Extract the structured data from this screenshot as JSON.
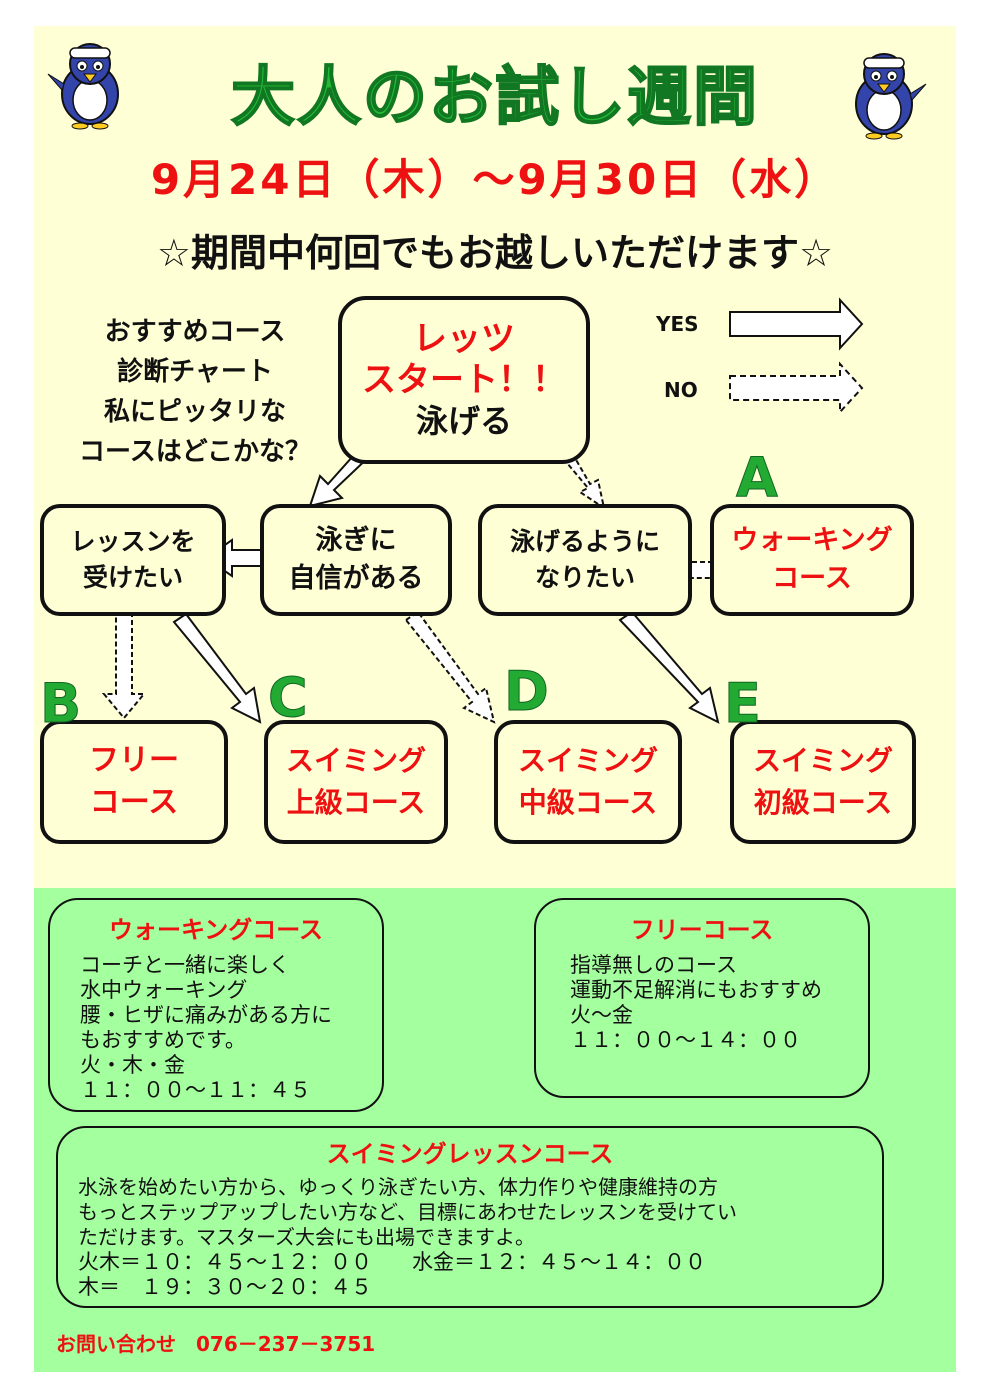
{
  "title": "大人のお試し週間",
  "dates": "9月24日（木）～9月30日（水）",
  "tagline": "☆期間中何回でもお越しいただけます☆",
  "intro": [
    "おすすめコース",
    "診断チャート",
    "私にピッタリな",
    "コースはどこかな？"
  ],
  "legend": {
    "yes": "YES",
    "no": "NO"
  },
  "chart": {
    "start": [
      "レッツ",
      "スタート！！",
      "泳げる"
    ],
    "lesson": [
      "レッスンを",
      "受けたい"
    ],
    "confident": [
      "泳ぎに",
      "自信がある"
    ],
    "want_swim": [
      "泳げるように",
      "なりたい"
    ],
    "walking": [
      "ウォーキング",
      "コース"
    ],
    "free": [
      "フリー",
      "コース"
    ],
    "advanced": [
      "スイミング",
      "上級コース"
    ],
    "intermediate": [
      "スイミング",
      "中級コース"
    ],
    "beginner": [
      "スイミング",
      "初級コース"
    ],
    "labels": {
      "a": "A",
      "b": "B",
      "c": "C",
      "d": "D",
      "e": "E"
    }
  },
  "walking_info": {
    "title": "ウォーキングコース",
    "lines": [
      "コーチと一緒に楽しく",
      "水中ウォーキング",
      "腰・ヒザに痛みがある方に",
      "もおすすめです。",
      "火・木・金",
      "１１：００～１１：４５"
    ]
  },
  "free_info": {
    "title": "フリーコース",
    "lines": [
      "指導無しのコース",
      "運動不足解消にもおすすめ",
      "火～金",
      "１１：００～１４：００"
    ]
  },
  "lesson_info": {
    "title": "スイミングレッスンコース",
    "lines": [
      "水泳を始めたい方から、ゆっくり泳ぎたい方、体力作りや健康維持の方",
      "もっとステップアップしたい方など、目標にあわせたレッスンを受けてい",
      "ただけます。マスターズ大会にも出場できますよ。"
    ],
    "schedule1": "火木＝１０：４５～１２：００",
    "schedule2": "水金＝１２：４５～１４：００",
    "schedule3": "木＝　１９：３０～２０：４５"
  },
  "contact": "お問い合わせ　076－237－3751",
  "colors": {
    "title_green": "#22bb33",
    "accent_red": "#ee1111",
    "poster_yellow": "#ffffd6",
    "info_green": "#a4ff9e"
  }
}
